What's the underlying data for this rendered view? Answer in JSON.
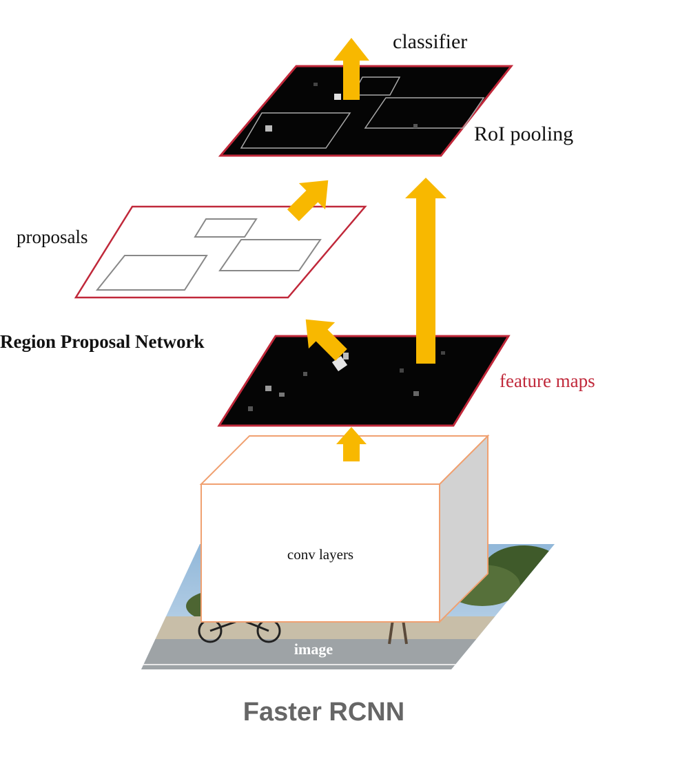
{
  "labels": {
    "classifier": "classifier",
    "roi_pooling": "RoI pooling",
    "proposals": "proposals",
    "rpn": "Region Proposal Network",
    "feature_maps": "feature maps",
    "conv_layers": "conv layers",
    "image": "image",
    "caption": "Faster RCNN"
  },
  "colors": {
    "arrow": "#f8b800",
    "plane_border": "#c0283a",
    "feature_map_fill": "#050505",
    "box_border": "#f0a070",
    "box_side": "#d0d0d0",
    "feature_maps_text": "#c0283a",
    "caption_text": "#666666"
  }
}
